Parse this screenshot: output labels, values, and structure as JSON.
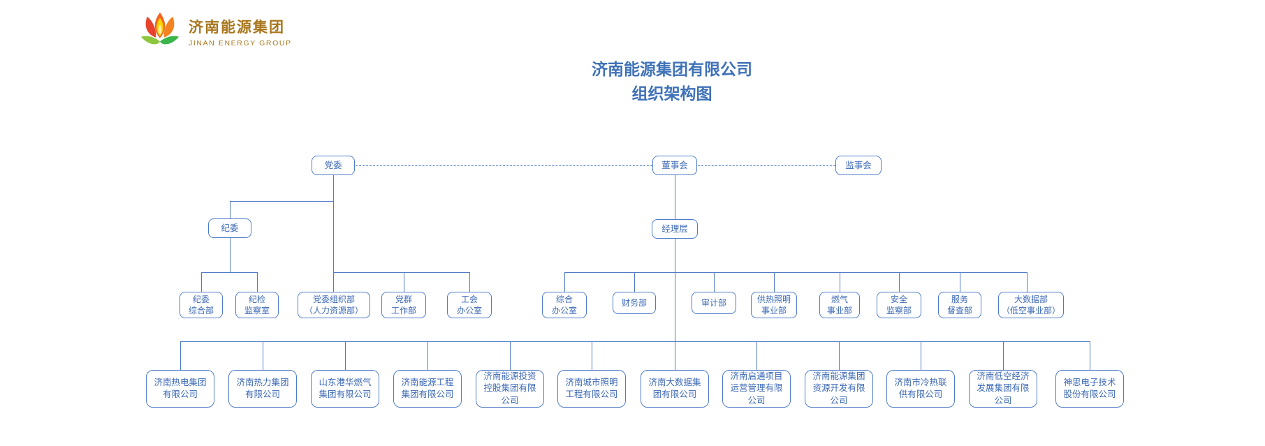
{
  "logo": {
    "cn": "济南能源集团",
    "en": "JINAN ENERGY GROUP"
  },
  "title": {
    "line1": "济南能源集团有限公司",
    "line2": "组织架构图"
  },
  "colors": {
    "line_blue": "#4e7bc7",
    "text_blue": "#3c69b5",
    "title_blue": "#3f72b8",
    "logo_gold": "#a8761d",
    "logo_red": "#e8432c",
    "logo_orange": "#f58220",
    "logo_yellow": "#ffd400",
    "logo_green_light": "#8dc63f",
    "logo_green_dark": "#39b54a"
  },
  "org": {
    "nodes": {
      "party_committee": "党委",
      "board_of_directors": "董事会",
      "supervisory_board": "监事会",
      "discipline_committee": "纪委",
      "management_level": "经理层",
      "discipline_general_dept": "纪委\n综合部",
      "discipline_inspection_office": "纪检\n监察室",
      "party_organization_dept": "党委组织部\n（人力资源部）",
      "party_mass_work_dept": "党群\n工作部",
      "labor_union_office": "工会\n办公室",
      "general_office": "综合\n办公室",
      "finance_dept": "财务部",
      "audit_dept": "审计部",
      "heating_lighting_division": "供热照明\n事业部",
      "gas_division": "燃气\n事业部",
      "safety_supervision_dept": "安全\n监察部",
      "service_inspection_dept": "服务\n督查部",
      "big_data_dept": "大数据部\n（低空事业部）"
    },
    "subsidiaries": [
      "济南热电集团\n有限公司",
      "济南热力集团\n有限公司",
      "山东港华燃气\n集团有限公司",
      "济南能源工程\n集团有限公司",
      "济南能源投资\n控股集团有限\n公司",
      "济南城市照明\n工程有限公司",
      "济南大数据集\n团有限公司",
      "济南启通项目\n运营管理有限\n公司",
      "济南能源集团\n资源开发有限\n公司",
      "济南市冷热联\n供有限公司",
      "济南低空经济\n发展集团有限\n公司",
      "神思电子技术\n股份有限公司"
    ]
  }
}
